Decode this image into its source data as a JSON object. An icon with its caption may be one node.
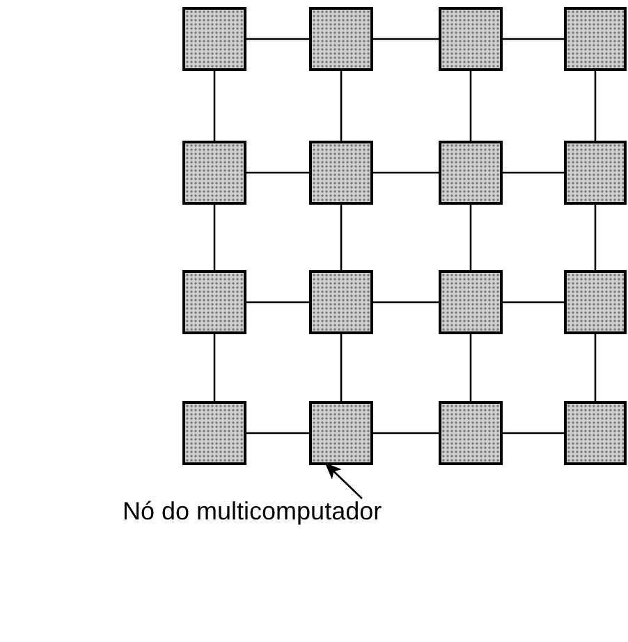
{
  "diagram": {
    "nodes": [
      {
        "text": [],
        "shape": "box"
      },
      {
        "text": [],
        "shape": "box"
      },
      {
        "text": [],
        "shape": "box"
      },
      {
        "text": [],
        "shape": "box"
      },
      {
        "text": [],
        "shape": "box"
      },
      {
        "text": [],
        "shape": "box"
      },
      {
        "text": [],
        "shape": "box"
      },
      {
        "text": [],
        "shape": "box"
      },
      {
        "text": [],
        "shape": "box"
      },
      {
        "text": [],
        "shape": "box"
      },
      {
        "text": [],
        "shape": "box"
      },
      {
        "text": [],
        "shape": "box"
      },
      {
        "text": [],
        "shape": "box"
      },
      {
        "text": [],
        "shape": "box"
      },
      {
        "text": [],
        "shape": "box"
      },
      {
        "text": [],
        "shape": "box"
      },
      {
        "text": [
          "Nó do multicomputador"
        ]
      }
    ],
    "edges": [
      {
        "from": 0,
        "to": 1,
        "arrow": "none"
      },
      {
        "from": 1,
        "to": 2,
        "arrow": "none"
      },
      {
        "from": 2,
        "to": 3,
        "arrow": "none"
      },
      {
        "from": 4,
        "to": 5,
        "arrow": "none"
      },
      {
        "from": 5,
        "to": 6,
        "arrow": "none"
      },
      {
        "from": 6,
        "to": 7,
        "arrow": "none"
      },
      {
        "from": 8,
        "to": 9,
        "arrow": "none"
      },
      {
        "from": 9,
        "to": 10,
        "arrow": "none"
      },
      {
        "from": 10,
        "to": 11,
        "arrow": "none"
      },
      {
        "from": 12,
        "to": 13,
        "arrow": "none"
      },
      {
        "from": 13,
        "to": 14,
        "arrow": "none"
      },
      {
        "from": 14,
        "to": 15,
        "arrow": "none"
      },
      {
        "from": 0,
        "to": 4,
        "arrow": "none"
      },
      {
        "from": 4,
        "to": 8,
        "arrow": "none"
      },
      {
        "from": 8,
        "to": 12,
        "arrow": "none"
      },
      {
        "from": 1,
        "to": 5,
        "arrow": "none"
      },
      {
        "from": 5,
        "to": 9,
        "arrow": "none"
      },
      {
        "from": 9,
        "to": 13,
        "arrow": "none"
      },
      {
        "from": 2,
        "to": 6,
        "arrow": "none"
      },
      {
        "from": 6,
        "to": 10,
        "arrow": "none"
      },
      {
        "from": 10,
        "to": 14,
        "arrow": "none"
      },
      {
        "from": 3,
        "to": 7,
        "arrow": "none"
      },
      {
        "from": 7,
        "to": 11,
        "arrow": "none"
      },
      {
        "from": 11,
        "to": 15,
        "arrow": "none"
      },
      {
        "from": 16,
        "to": 13,
        "arrow": "to"
      }
    ]
  }
}
